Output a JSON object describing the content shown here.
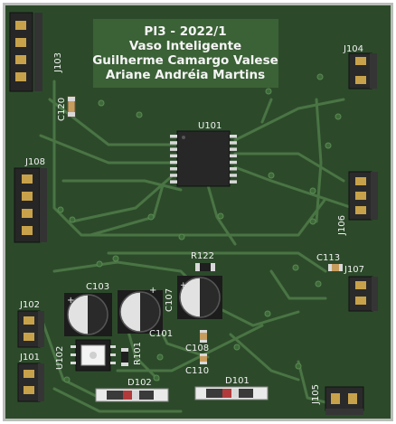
{
  "board": {
    "title_lines": [
      "PI3 - 2022/1",
      "Vaso Inteligente",
      "Guilherme Camargo Valese",
      "Ariane Andréia Martins"
    ],
    "refs": {
      "j103": "J103",
      "j104": "J104",
      "c120": "C120",
      "u101": "U101",
      "j108": "J108",
      "j106": "J106",
      "r122": "R122",
      "c113": "C113",
      "j107": "J107",
      "c103": "C103",
      "c107": "C107",
      "c101": "C101",
      "j102": "J102",
      "c108": "C108",
      "c110": "C110",
      "u102": "U102",
      "r101": "R101",
      "j101": "J101",
      "d102": "D102",
      "d101": "D101",
      "j105": "J105"
    },
    "polarity_marks": {
      "c103": "+",
      "c101": "+",
      "c107": "+"
    }
  },
  "colors": {
    "board": "#2c4a2a",
    "mask_light": "#3b6136",
    "trace": "#4a7444",
    "silkscreen": "#f2f2f2",
    "connector_body": "#2b2b2b",
    "gold": "#c8a24a",
    "outline": "#b9bdb8"
  }
}
